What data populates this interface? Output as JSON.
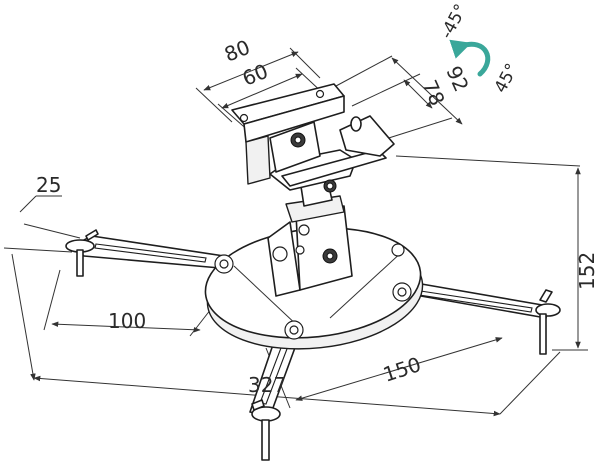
{
  "diagram": {
    "dimensions": {
      "bracket_width_outer": "80",
      "bracket_width_inner": "60",
      "bracket_depth_outer": "92",
      "bracket_depth_inner": "78",
      "arm_offset": "25",
      "arm_slot_length": "100",
      "arm_span_total": "327",
      "arm_span_partial": "150",
      "height": "152"
    },
    "tilt": {
      "angle_up": "-45°",
      "angle_down": "45°",
      "arrow_color": "#3aa79a"
    }
  }
}
